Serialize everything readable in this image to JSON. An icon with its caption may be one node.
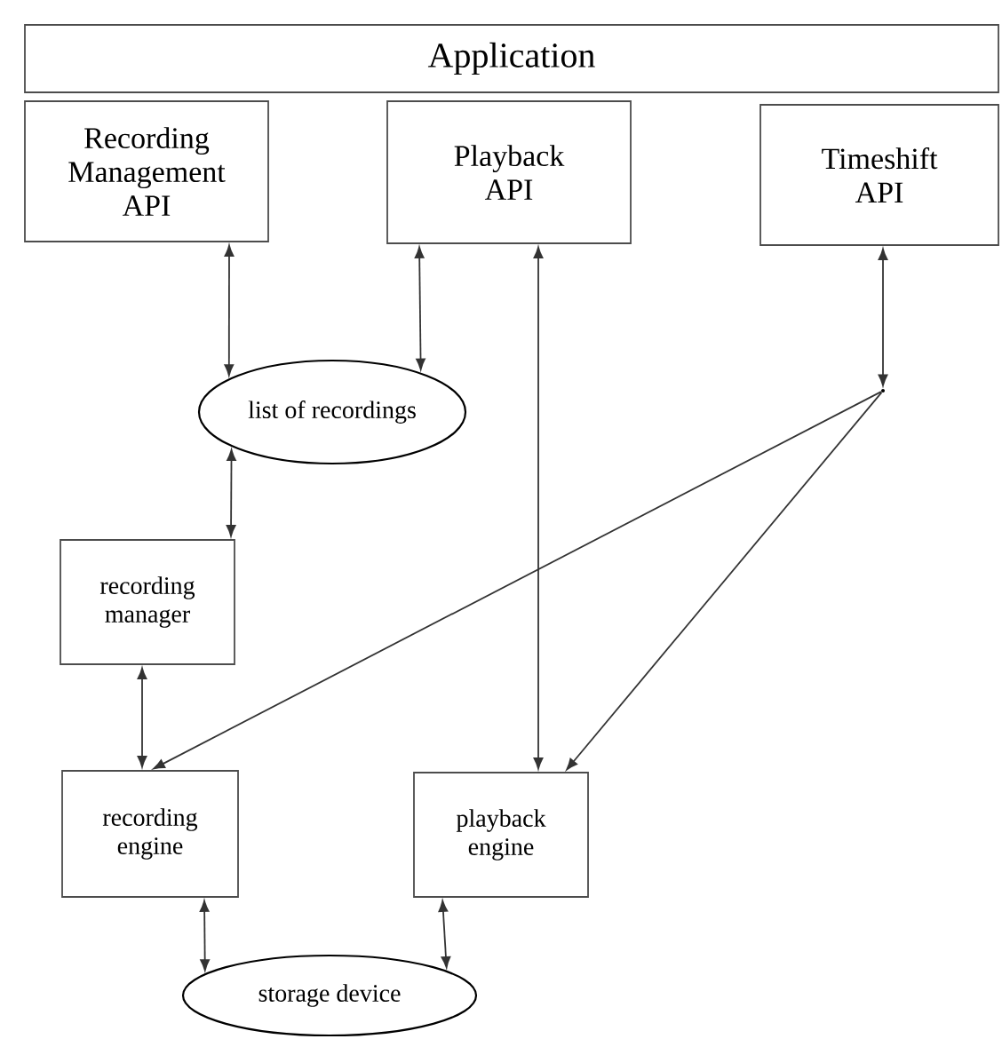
{
  "diagram": {
    "nodes": [
      {
        "text": [
          "Application"
        ]
      },
      {
        "text": [
          "Recording Management API"
        ]
      },
      {
        "text": [
          "Playback API"
        ]
      },
      {
        "text": [
          "Timeshift API"
        ]
      },
      {
        "text": [],
        "shape": "point"
      },
      {
        "text": [
          "list of recordings"
        ]
      },
      {
        "text": [
          "recording manager"
        ]
      },
      {
        "text": [
          "recording engine"
        ]
      },
      {
        "text": [
          "playback engine"
        ]
      },
      {
        "text": [
          "storage device"
        ]
      }
    ],
    "edges": [
      {
        "from": 1,
        "to": 5,
        "arrow": "both"
      },
      {
        "from": 2,
        "to": 5,
        "arrow": "both"
      },
      {
        "from": 2,
        "to": 8,
        "arrow": "both"
      },
      {
        "from": 3,
        "to": 4,
        "arrow": "both"
      },
      {
        "from": 4,
        "to": 7,
        "arrow": "to"
      },
      {
        "from": 4,
        "to": 8,
        "arrow": "to"
      },
      {
        "from": 5,
        "to": 6,
        "arrow": "both"
      },
      {
        "from": 6,
        "to": 7,
        "arrow": "both"
      },
      {
        "from": 7,
        "to": 9,
        "arrow": "both"
      },
      {
        "from": 8,
        "to": 9,
        "arrow": "both"
      }
    ]
  }
}
